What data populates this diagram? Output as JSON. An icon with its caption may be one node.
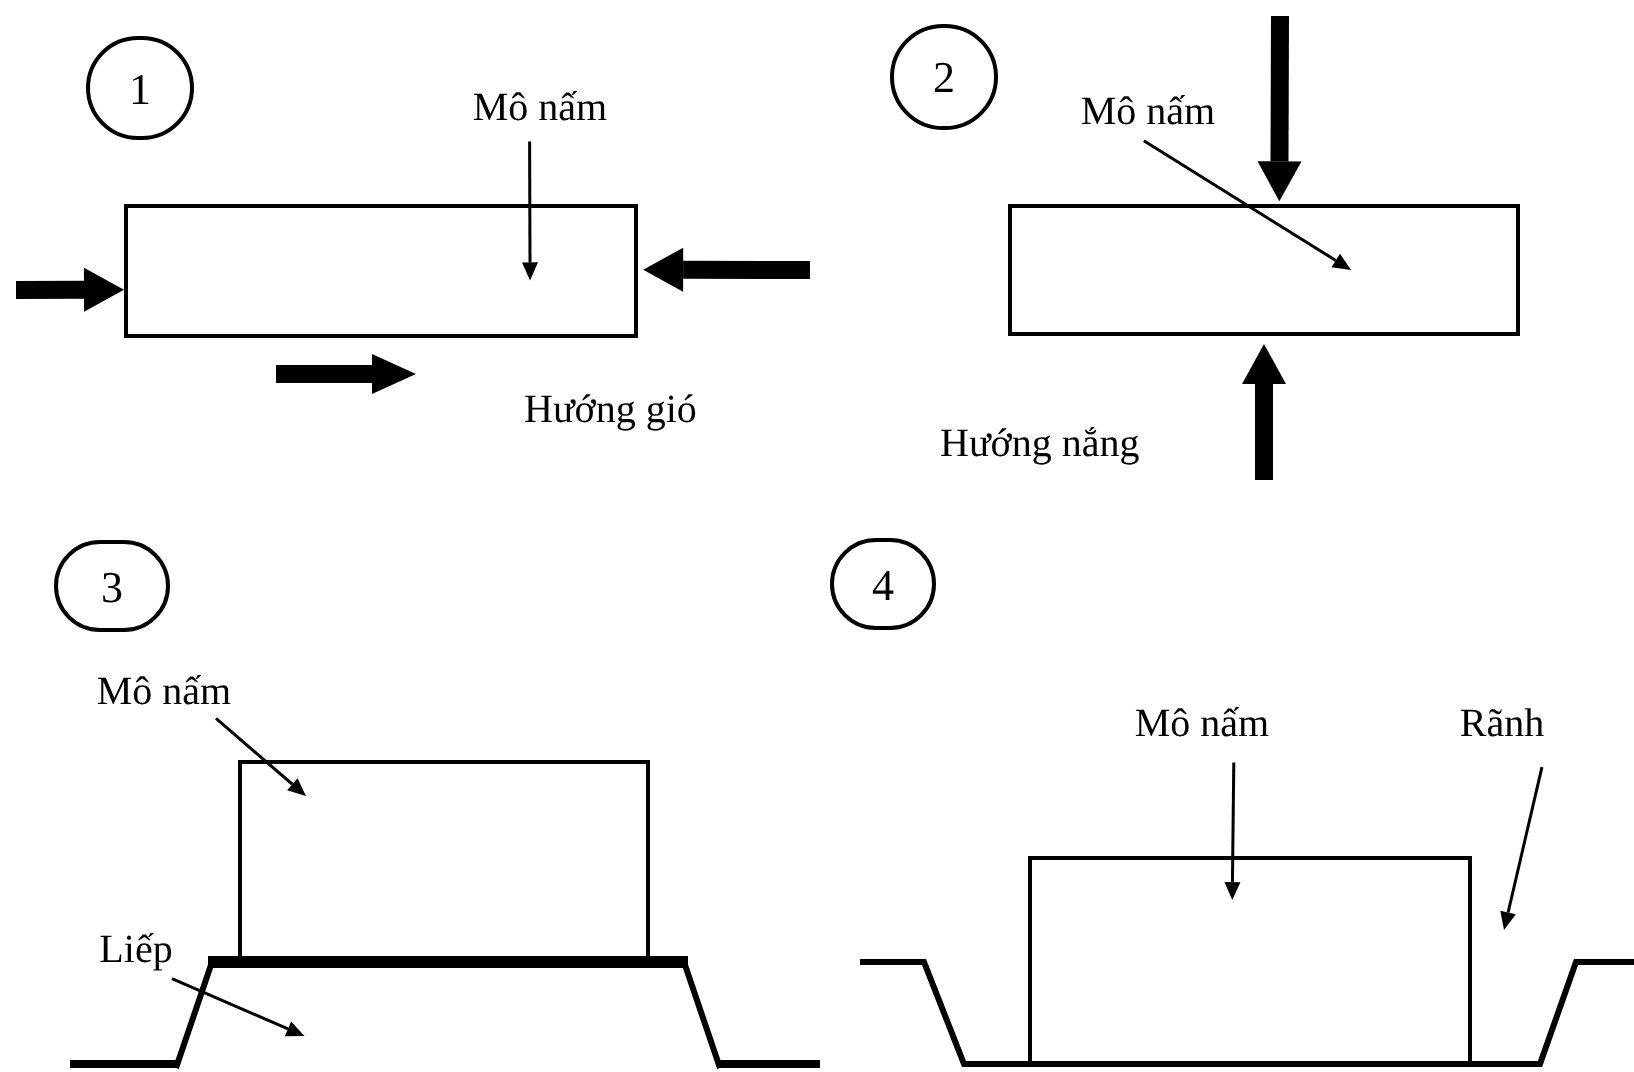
{
  "diagram": {
    "nodes": [
      {
        "text": [
          "1"
        ]
      },
      {
        "text": [
          "Mô nấm"
        ]
      },
      {
        "text": [],
        "shape": "box"
      },
      {
        "text": [
          "2"
        ]
      },
      {
        "text": [
          "Mô nấm"
        ]
      },
      {
        "text": [],
        "shape": "box"
      },
      {
        "text": [
          "3"
        ]
      },
      {
        "text": [
          "Mô nấm"
        ]
      },
      {
        "text": [],
        "shape": "box"
      },
      {
        "text": [
          "Liếp"
        ]
      },
      {
        "text": [],
        "shape": "box"
      },
      {
        "text": [
          "4"
        ]
      },
      {
        "text": [
          "Mô nấm"
        ]
      },
      {
        "text": [],
        "shape": "box"
      },
      {
        "text": [
          "Rãnh"
        ]
      }
    ],
    "edges": [
      {
        "from": 1,
        "to": 2,
        "arrow": "to"
      },
      {
        "from": null,
        "to": 2,
        "arrow": "to",
        "style": "thick"
      },
      {
        "from": null,
        "to": 2,
        "arrow": "to",
        "style": "thick"
      },
      {
        "from": 4,
        "to": 5,
        "arrow": "to"
      },
      {
        "from": null,
        "to": 5,
        "arrow": "to",
        "style": "thick"
      },
      {
        "from": null,
        "to": 5,
        "arrow": "to",
        "style": "thick"
      },
      {
        "from": 7,
        "to": 8,
        "arrow": "to"
      },
      {
        "from": 9,
        "to": 10,
        "arrow": "to"
      },
      {
        "from": 12,
        "to": 13,
        "arrow": "to"
      },
      {
        "from": 14,
        "to": null,
        "arrow": "to"
      }
    ],
    "labels": [
      "Hướng gió",
      "Hướng nắng"
    ]
  }
}
